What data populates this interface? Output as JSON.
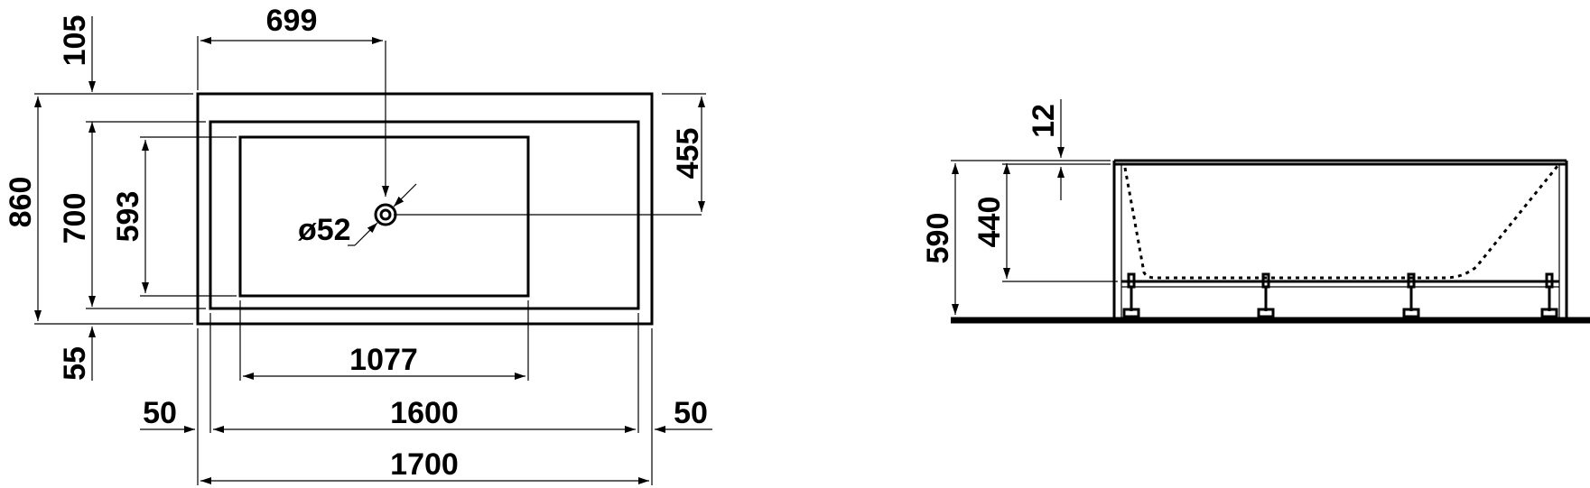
{
  "plan_view": {
    "dims": {
      "d699": "699",
      "d105": "105",
      "d860": "860",
      "d700": "700",
      "d593": "593",
      "d52": "ø52",
      "d455": "455",
      "d55": "55",
      "d1077": "1077",
      "d50_left": "50",
      "d1600": "1600",
      "d50_right": "50",
      "d1700": "1700"
    }
  },
  "side_view": {
    "dims": {
      "d12": "12",
      "d590": "590",
      "d440": "440"
    }
  },
  "colors": {
    "line": "#000000",
    "background": "#ffffff"
  }
}
